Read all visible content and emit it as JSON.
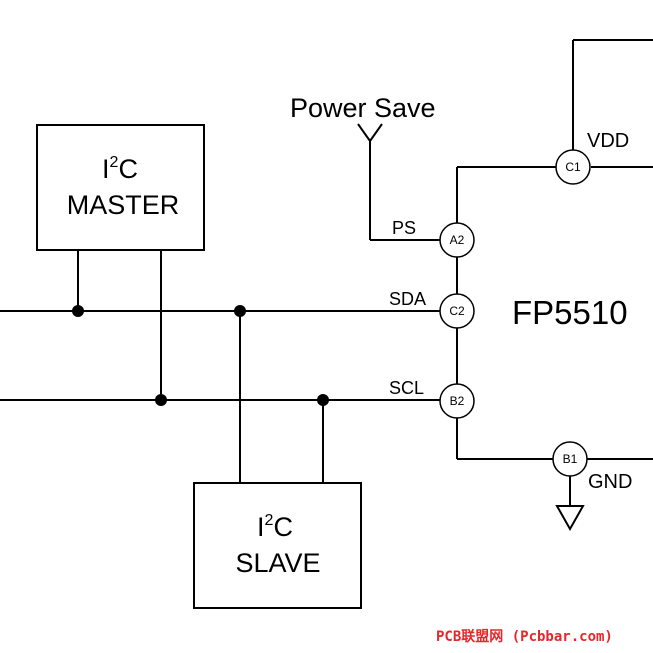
{
  "blocks": {
    "master": {
      "line1_base": "I",
      "line1_sup": "2",
      "line1_tail": "C",
      "line2": "MASTER"
    },
    "slave": {
      "line1_base": "I",
      "line1_sup": "2",
      "line1_tail": "C",
      "line2": "SLAVE"
    }
  },
  "chip": {
    "name": "FP5510"
  },
  "signals": {
    "power_save": "Power Save",
    "ps": "PS",
    "sda": "SDA",
    "scl": "SCL",
    "vdd": "VDD",
    "gnd": "GND"
  },
  "pins": {
    "a2": "A2",
    "c2": "C2",
    "b2": "B2",
    "c1": "C1",
    "b1": "B1"
  },
  "watermark": "PCB联盟网 (Pcbbar.com)"
}
